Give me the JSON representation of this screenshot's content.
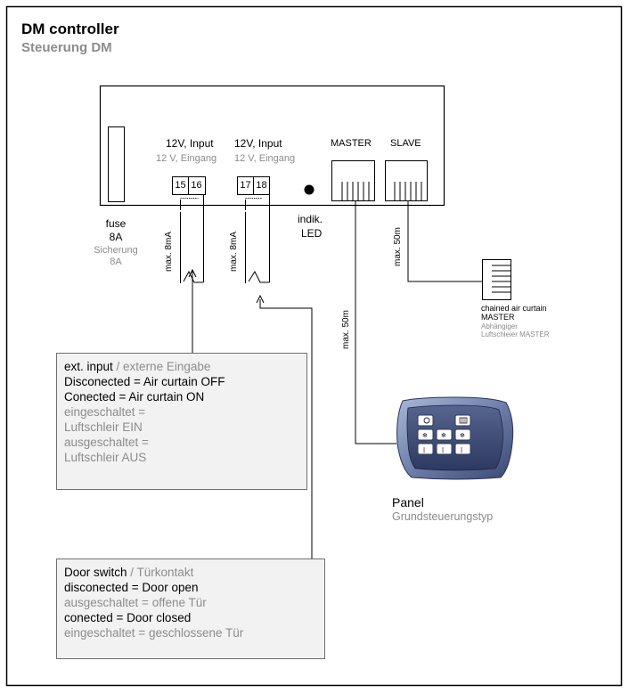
{
  "title": "DM controller",
  "subtitle": "Steuerung DM",
  "controller": {
    "input1_label": "12V, Input",
    "input1_label_de": "12 V, Eingang",
    "input2_label": "12V, Input",
    "input2_label_de": "12 V, Eingang",
    "terminals": [
      "15",
      "16",
      "17",
      "18"
    ],
    "master_label": "MASTER",
    "slave_label": "SLAVE"
  },
  "fuse": {
    "label": "fuse",
    "rating": "8A",
    "label_de": "Sicherung",
    "rating_de": "8A"
  },
  "led": {
    "line1": "indik.",
    "line2": "LED"
  },
  "cable_labels": {
    "input1": "max. 8mA",
    "input2": "max. 8mA",
    "panel_cable": "max. 50m",
    "slave_cable": "max. 50m"
  },
  "chained": {
    "line1": "chained air curtain",
    "line2": "MASTER",
    "line1_de": "Abhängiger",
    "line2_de": "Luftschleier MASTER"
  },
  "panel": {
    "label": "Panel",
    "label_de": "Grundsteuerungstyp",
    "icon": "control-panel-icon"
  },
  "ext_input_box": {
    "heading": "ext. input",
    "heading_de": " / externe Eingabe",
    "lines": [
      "Disconected = Air curtain OFF",
      "Conected = Air curtain ON"
    ],
    "lines_de": [
      "eingeschaltet  =",
      "Luftschleir EIN",
      "ausgeschaltet =",
      "Luftschleir AUS"
    ]
  },
  "door_box": {
    "heading": "Door switch",
    "heading_de": " / Türkontakt",
    "line1": "disconected = Door open",
    "line1_de": "ausgeschaltet = offene Tür",
    "line2": "conected = Door closed",
    "line2_de": "eingeschaltet = geschlossene Tür"
  },
  "colors": {
    "frame": "#000000",
    "secondary_text": "#8c8c8c",
    "box_fill": "#f2f2f2",
    "panel_body": "#6f7fa9"
  }
}
